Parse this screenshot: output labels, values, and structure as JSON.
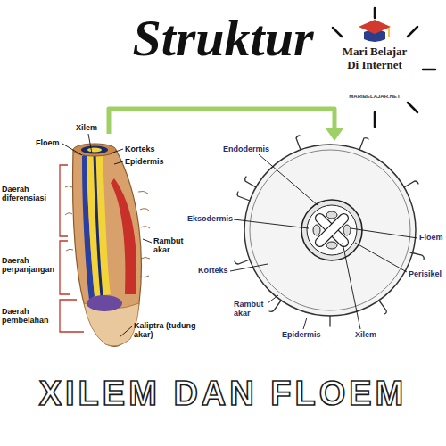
{
  "diagram": {
    "title": "Struktur",
    "caption": "XILEM DAN FLOEM",
    "labels": [
      "Mari Belajar Di Internet",
      "MARIBELAJAR.NET",
      "Floem",
      "Xilem",
      "Korteks",
      "Epidermis",
      "Daerah diferensiasi",
      "Rambut akar",
      "Daerah perpanjangan",
      "Daerah pembelahan",
      "Kaliptra (tudung akar)",
      "Endodermis",
      "Eksodermis",
      "Floem",
      "Korteks",
      "Perisikel",
      "Rambut akar",
      "Epidermis",
      "Xilem"
    ]
  }
}
